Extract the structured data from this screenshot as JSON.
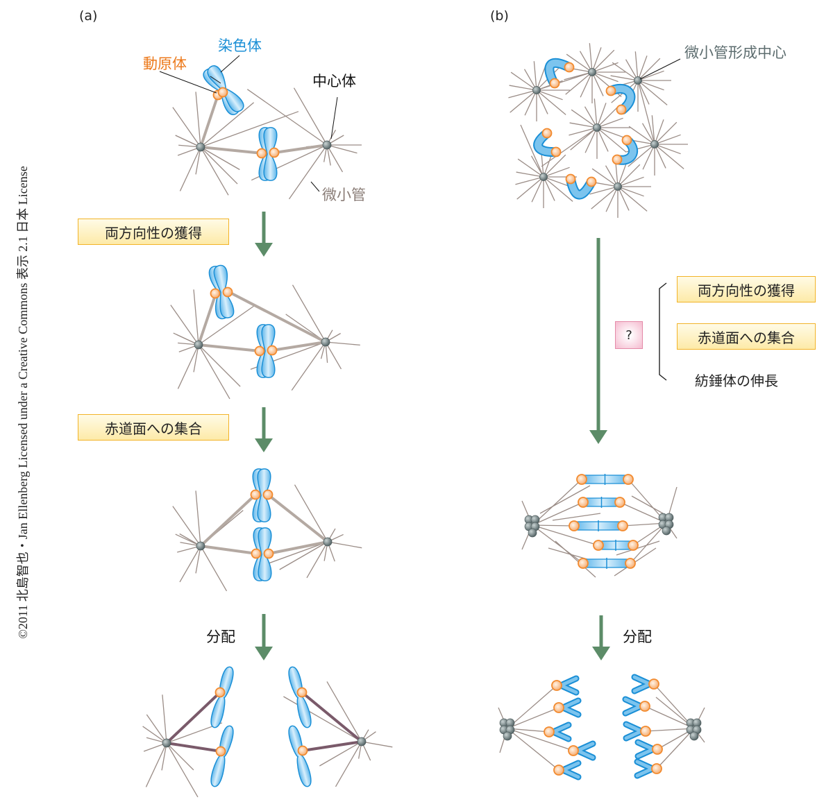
{
  "credit": "©2011 北島智也・Jan Ellenberg Licensed under a Creative Commons 表示 2.1 日本 License",
  "panel_a": {
    "label": "(a)",
    "annotations": {
      "chromosome": "染色体",
      "kinetochore": "動原体",
      "centrosome": "中心体",
      "microtubule": "微小管"
    },
    "steps": [
      {
        "label": "両方向性の獲得"
      },
      {
        "label": "赤道面への集合"
      },
      {
        "label": "分配"
      }
    ]
  },
  "panel_b": {
    "label": "(b)",
    "annotations": {
      "mtoc": "微小管形成中心"
    },
    "question_mark": "?",
    "bracket_items": [
      "両方向性の獲得",
      "赤道面への集合",
      "紡錘体の伸長"
    ],
    "division_label": "分配"
  },
  "colors": {
    "chromosome_fill": "#7cc4ee",
    "chromosome_stroke": "#1a8fd6",
    "kinetochore": "#f28a2e",
    "centrosome": "#6e7e80",
    "microtubule": "#9a8c86",
    "kfiber": "#b4a9a2",
    "kfiber_anaphase": "#7a5a6a",
    "arrow": "#5c8c68",
    "box_border": "#f2b327",
    "question_border": "#e48aa8",
    "label_blue": "#1a8fd6",
    "label_orange": "#ec7a1c",
    "label_gray": "#8a7d77",
    "label_teal": "#5d6d6f"
  }
}
